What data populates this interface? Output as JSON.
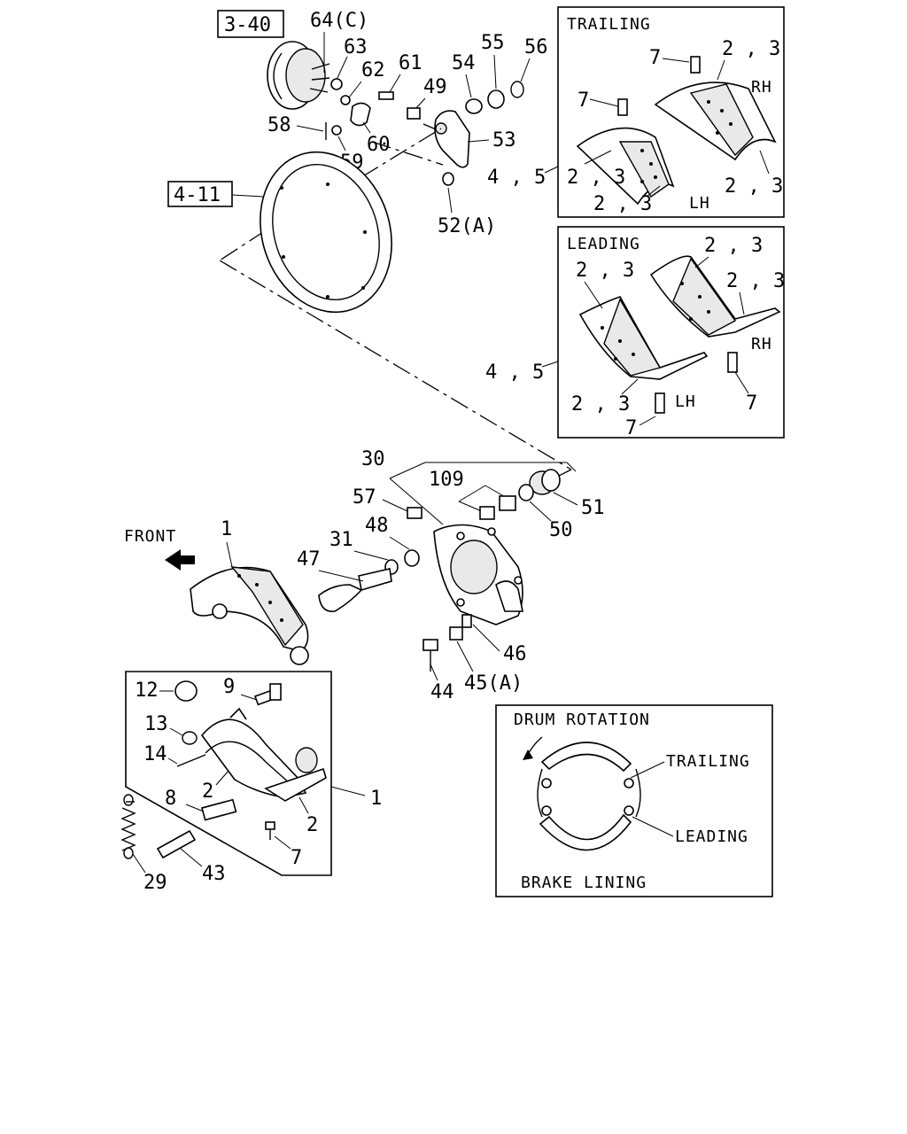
{
  "callouts": {
    "ref_340": "3-40",
    "ref_411": "4-11",
    "p64": "64(C)",
    "p63": "63",
    "p62": "62",
    "p61": "61",
    "p49": "49",
    "p54": "54",
    "p55": "55",
    "p56": "56",
    "p58": "58",
    "p59": "59",
    "p60": "60",
    "p53": "53",
    "p52": "52(A)",
    "p45": "4 , 5",
    "p30": "30",
    "p109": "109",
    "p57": "57",
    "p51": "51",
    "p50": "50",
    "p48": "48",
    "p31": "31",
    "p47": "47",
    "p1a": "1",
    "p46": "46",
    "p44": "44",
    "p45a": "45(A)",
    "p12": "12",
    "p9": "9",
    "p13": "13",
    "p14": "14",
    "p2a": "2",
    "p8": "8",
    "p2b": "2",
    "p1b": "1",
    "p7": "7",
    "p29": "29",
    "p43": "43"
  },
  "front_label": "FRONT",
  "trailing_panel": {
    "title": "TRAILING",
    "labels": [
      "7",
      "2 , 3",
      "RH",
      "7",
      "2 , 3",
      "2 , 3",
      "2 , 3",
      "LH",
      "4 , 5"
    ]
  },
  "leading_panel": {
    "title": "LEADING",
    "labels": [
      "2 , 3",
      "2 , 3",
      "2 , 3",
      "RH",
      "7",
      "4 , 5",
      "2 , 3",
      "LH",
      "7"
    ]
  },
  "drum_panel": {
    "title": "DRUM ROTATION",
    "trailing": "TRAILING",
    "leading": "LEADING",
    "footer": "BRAKE LINING"
  }
}
